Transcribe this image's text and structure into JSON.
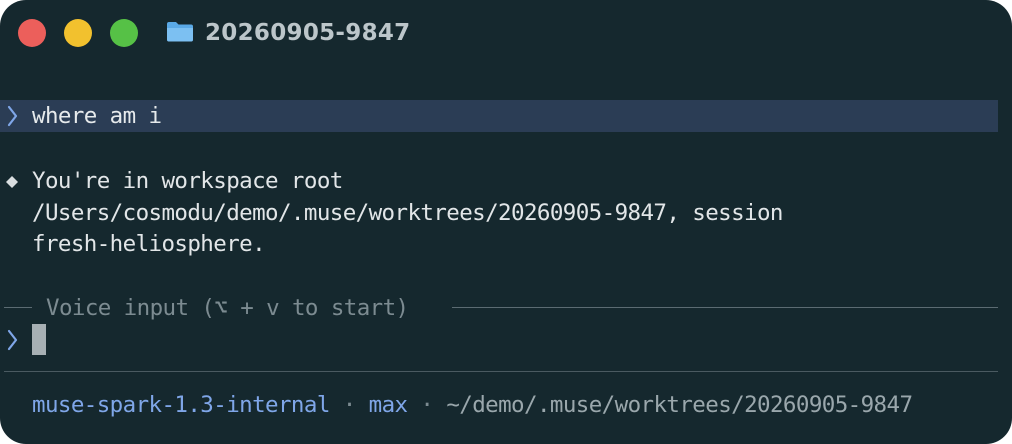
{
  "window": {
    "title": "20260905-9847",
    "title_icon": "folder-icon"
  },
  "conversation": {
    "prompt_symbol": "❯",
    "user_message": "where am i",
    "response_marker": "◆",
    "response_lines": [
      "You're in workspace root",
      "/Users/cosmodu/demo/.muse/worktrees/20260905-9847, session",
      "fresh-heliosphere."
    ]
  },
  "input": {
    "voice_hint": "Voice input (⌥ + v to start)",
    "value": ""
  },
  "status_bar": {
    "model": "muse-spark-1.3-internal",
    "separator": "·",
    "mode": "max",
    "path": "~/demo/.muse/worktrees/20260905-9847"
  },
  "colors": {
    "background": "#15282e",
    "accent": "#7fa6e8",
    "highlight_row": "#2b3d55",
    "close": "#ec5f5b",
    "minimize": "#f2c12e",
    "zoom": "#56c146"
  }
}
